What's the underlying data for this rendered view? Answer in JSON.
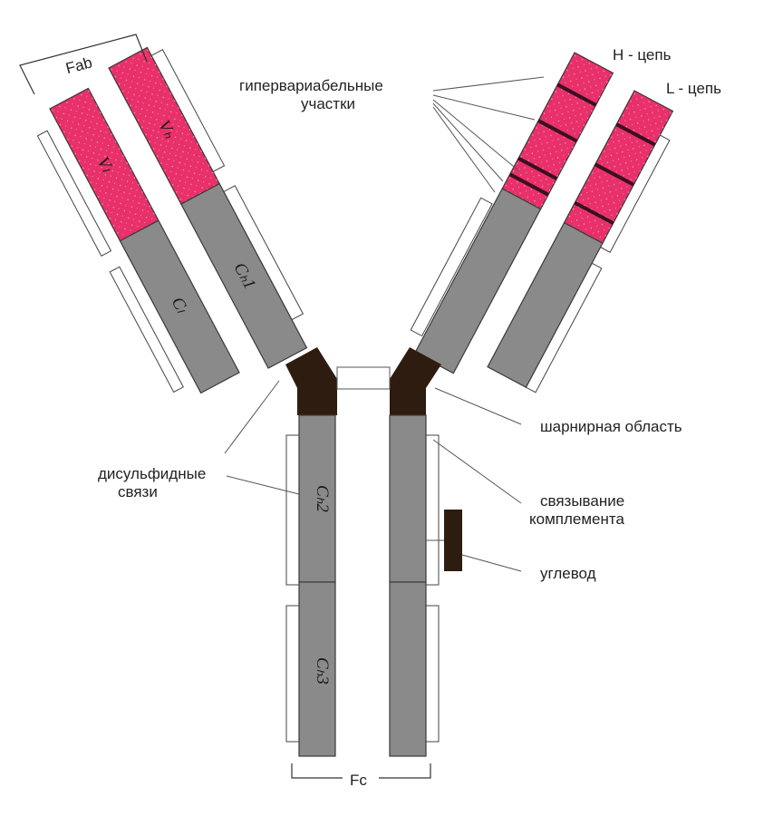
{
  "labels": {
    "fab": "Fab",
    "fc": "Fc",
    "h_chain": "H - цепь",
    "l_chain": "L - цепь",
    "hypervariable_line1": "гипервариабельные",
    "hypervariable_line2": "участки",
    "hinge": "шарнирная область",
    "disulfide_line1": "дисульфидные",
    "disulfide_line2": "связи",
    "complement_line1": "связывание",
    "complement_line2": "комплемента",
    "carbohydrate": "углевод"
  },
  "domains": {
    "vl": "Vₗ",
    "vh": "Vₕ",
    "cl": "Cₗ",
    "ch1": "Cₕ1",
    "ch2": "Cₕ2",
    "ch3": "Cₕ3"
  },
  "colors": {
    "variable": "#e8306a",
    "constant": "#8a8a8a",
    "hinge": "#2e1c10",
    "carbohydrate": "#2e1c10",
    "outline": "#3a3a3a"
  }
}
